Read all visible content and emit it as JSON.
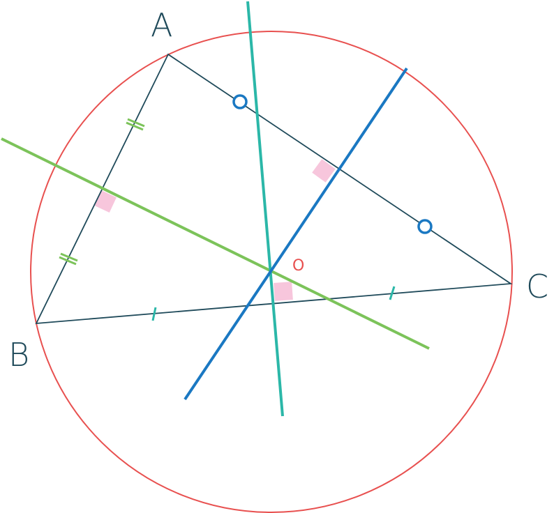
{
  "labels": {
    "vertex_a": "A",
    "vertex_b": "B",
    "vertex_c": "C",
    "circumcenter": "O"
  },
  "colors": {
    "triangle": "#1f4a5a",
    "circumcircle": "#e8504f",
    "bisector_ab": "#7cc35a",
    "bisector_ac": "#1a78c2",
    "bisector_bc": "#2bb7a8",
    "right_angle_mark": "#f7c6dc",
    "label_o": "#e8504f"
  }
}
